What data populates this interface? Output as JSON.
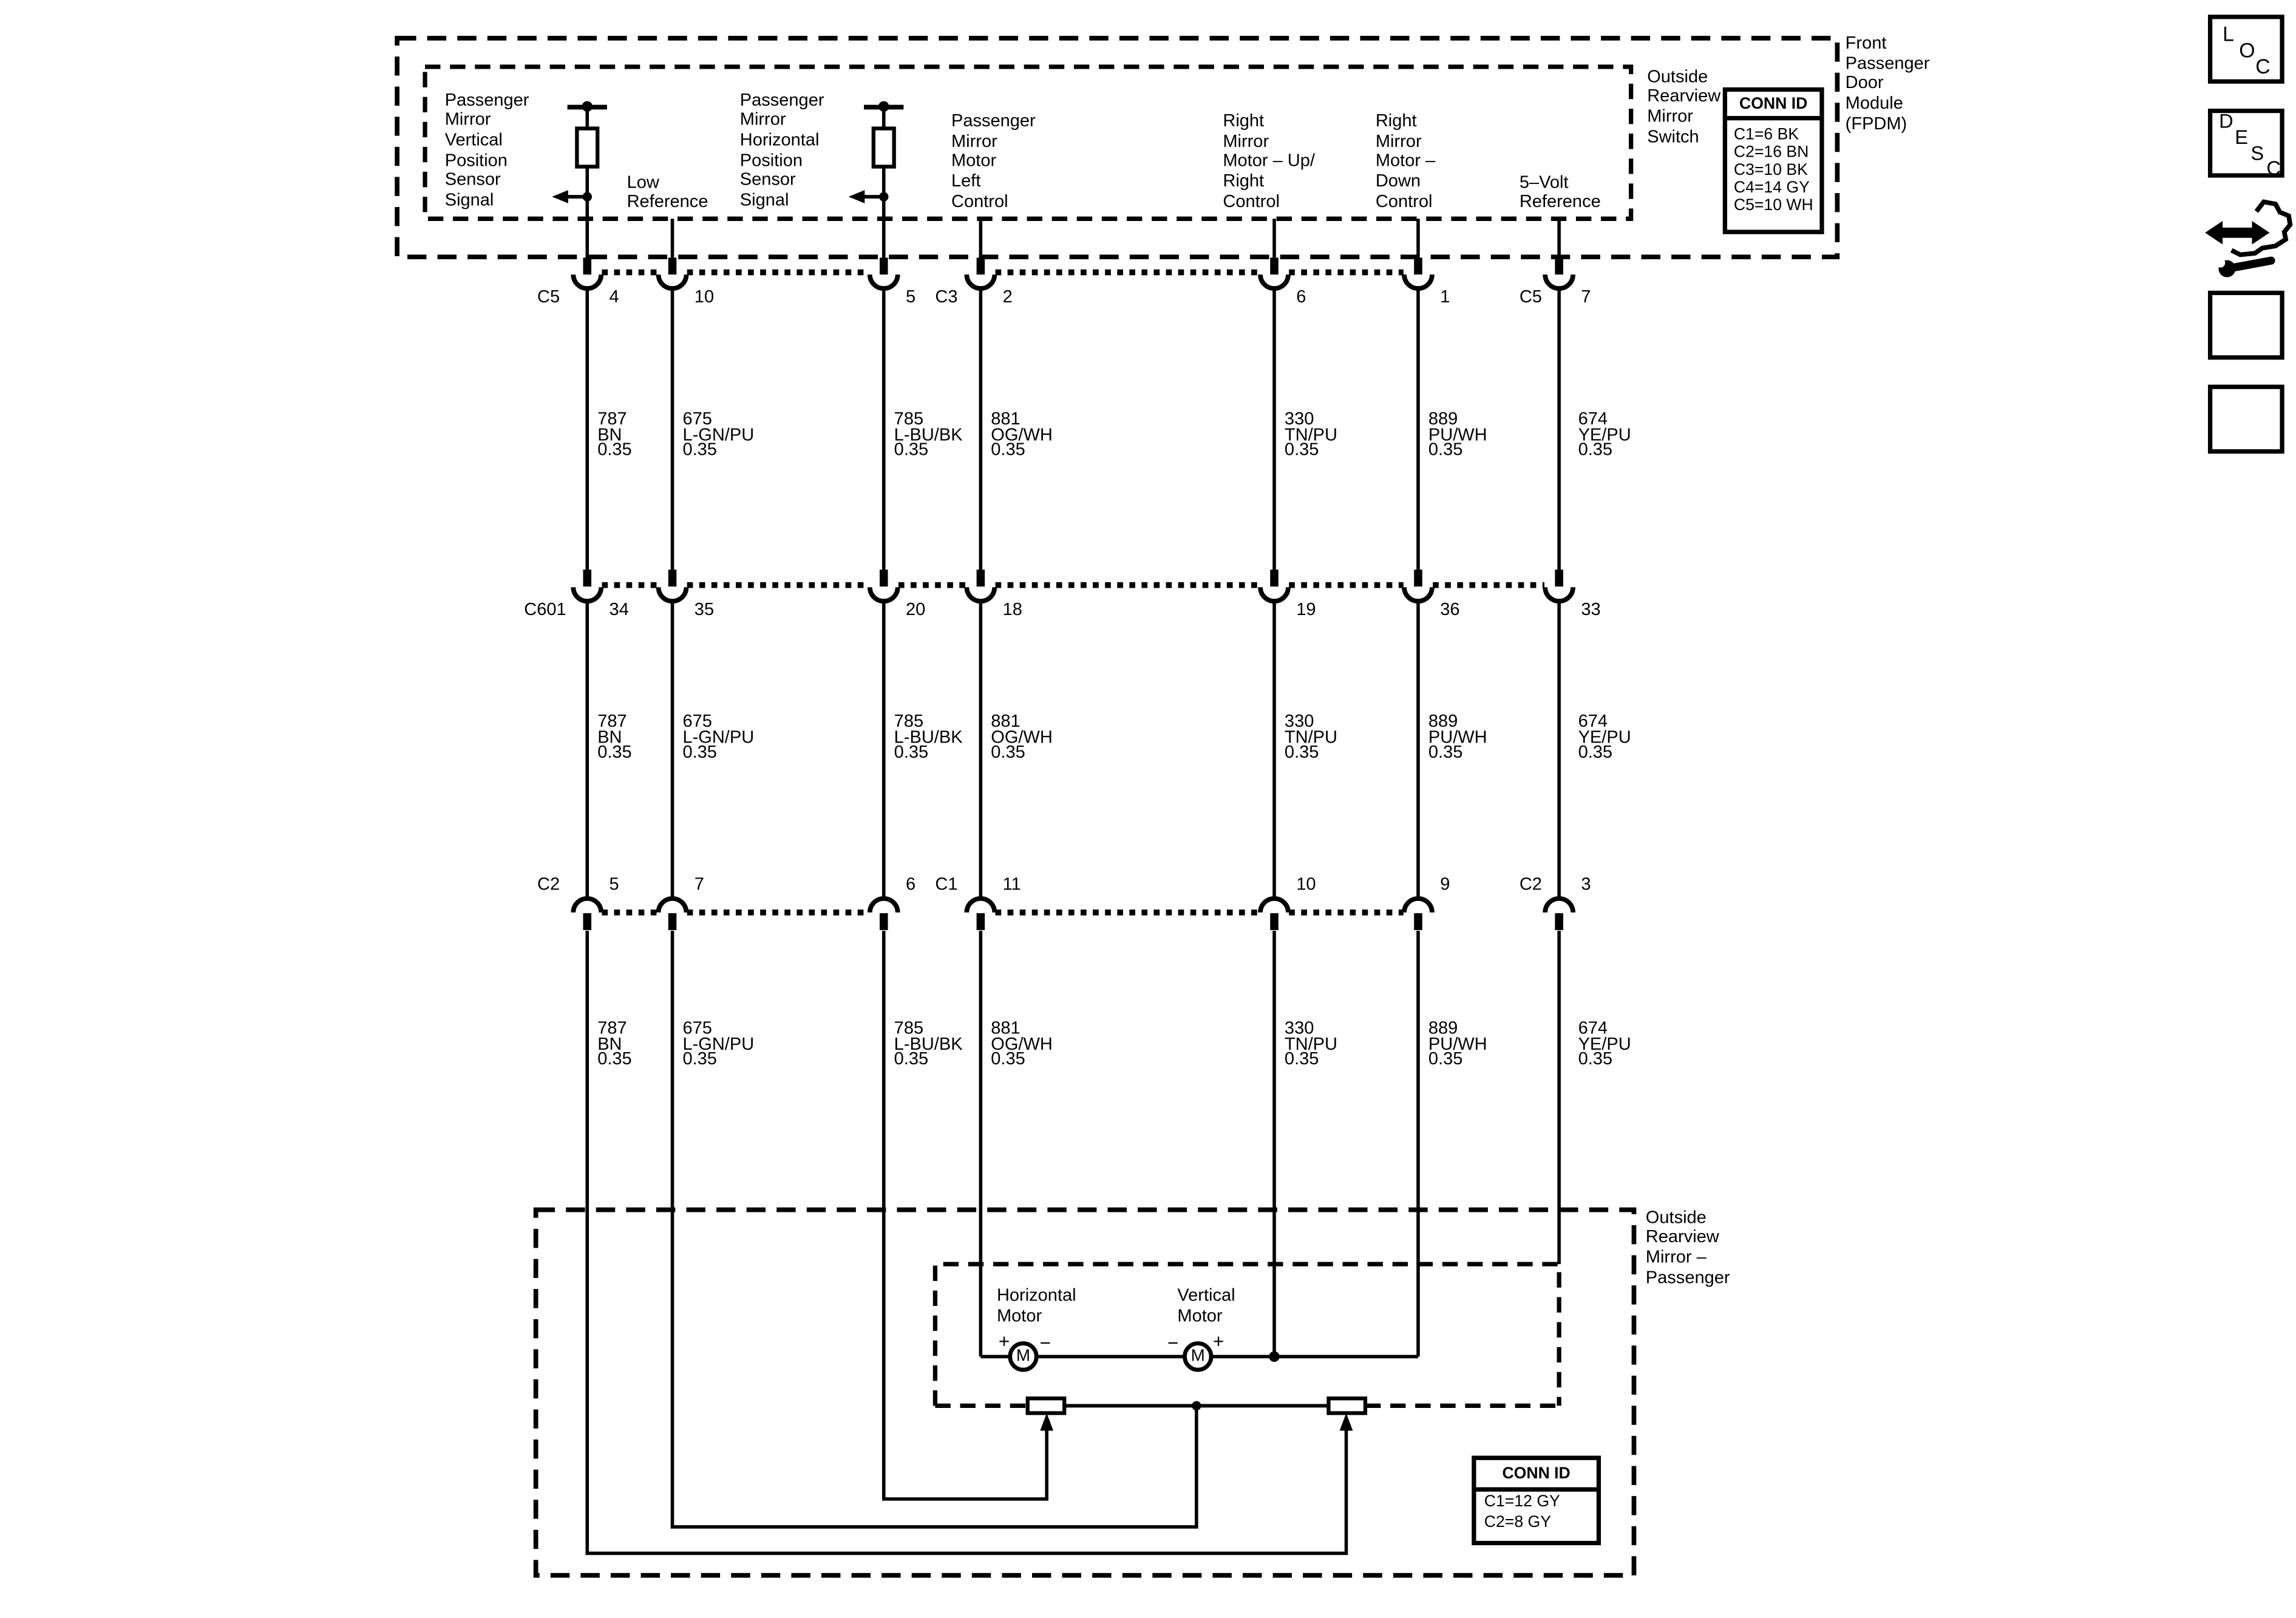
{
  "fpdm": {
    "title": "Front\nPassenger\nDoor\nModule\n(FPDM)",
    "switch_label": "Outside\nRearview\nMirror\nSwitch",
    "signals": [
      "Passenger\nMirror\nVertical\nPosition\nSensor\nSignal",
      "Low\nReference",
      "Passenger\nMirror\nHorizontal\nPosition\nSensor\nSignal",
      "Passenger\nMirror\nMotor\nLeft\nControl",
      "Right\nMirror\nMotor – Up/\nRight\nControl",
      "Right\nMirror\nMotor –\nDown\nControl",
      "5–Volt\nReference"
    ],
    "conn_id": {
      "title": "CONN ID",
      "rows": [
        "C1=6 BK",
        "C2=16 BN",
        "C3=10 BK",
        "C4=14 GY",
        "C5=10 WH"
      ]
    }
  },
  "wires": [
    {
      "circuit": "787",
      "color": "BN",
      "size": "0.35"
    },
    {
      "circuit": "675",
      "color": "L-GN/PU",
      "size": "0.35"
    },
    {
      "circuit": "785",
      "color": "L-BU/BK",
      "size": "0.35"
    },
    {
      "circuit": "881",
      "color": "OG/WH",
      "size": "0.35"
    },
    {
      "circuit": "330",
      "color": "TN/PU",
      "size": "0.35"
    },
    {
      "circuit": "889",
      "color": "PU/WH",
      "size": "0.35"
    },
    {
      "circuit": "674",
      "color": "YE/PU",
      "size": "0.35"
    }
  ],
  "connector_rows": [
    {
      "labels": [
        "C5",
        "C3",
        "C5"
      ],
      "pins": [
        "4",
        "10",
        "5",
        "2",
        "6",
        "1",
        "7"
      ]
    },
    {
      "labels": [
        "C601"
      ],
      "pins": [
        "34",
        "35",
        "20",
        "18",
        "19",
        "36",
        "33"
      ]
    },
    {
      "labels": [
        "C2",
        "C1",
        "C2"
      ],
      "pins": [
        "5",
        "7",
        "6",
        "11",
        "10",
        "9",
        "3"
      ]
    }
  ],
  "mirror": {
    "title": "Outside\nRearview\nMirror –\nPassenger",
    "motors": [
      {
        "name": "Horizontal\nMotor",
        "symbol": "M",
        "left_sign": "+",
        "right_sign": "−"
      },
      {
        "name": "Vertical\nMotor",
        "symbol": "M",
        "left_sign": "−",
        "right_sign": "+"
      }
    ],
    "conn_id": {
      "title": "CONN ID",
      "rows": [
        "C1=12 GY",
        "C2=8 GY"
      ]
    }
  },
  "toolbar": {
    "loc": "LOC",
    "desc": "DESC"
  },
  "colors": {
    "ink": "#000000",
    "paper": "#ffffff"
  }
}
